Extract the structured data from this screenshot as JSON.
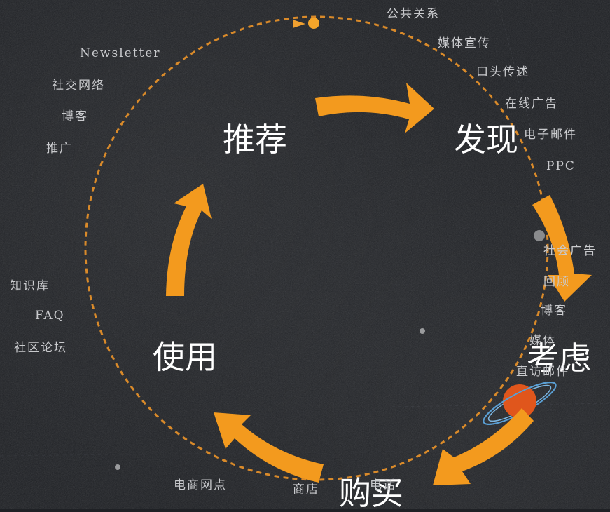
{
  "stages": {
    "recommend": "推荐",
    "discover": "发现",
    "consider": "考虑",
    "purchase": "购买",
    "use": "使用"
  },
  "discover_channels": [
    "公共关系",
    "媒体宣传",
    "口头传述",
    "在线广告",
    "电子邮件",
    "PPC"
  ],
  "consider_channels": [
    "社会广告",
    "回顾",
    "博客",
    "媒体",
    "直访邮件"
  ],
  "purchase_channels": [
    "电商网点",
    "商店",
    "电话"
  ],
  "use_channels": [
    "知识库",
    "FAQ",
    "社区论坛"
  ],
  "recommend_channels": [
    "Newsletter",
    "社交网络",
    "博客",
    "推广"
  ],
  "colors": {
    "arrow": "#f39a1e",
    "orbit": "#d98a2a",
    "planet": "#e0561c",
    "ring": "#5a9fd4",
    "background": "#1e2024"
  }
}
